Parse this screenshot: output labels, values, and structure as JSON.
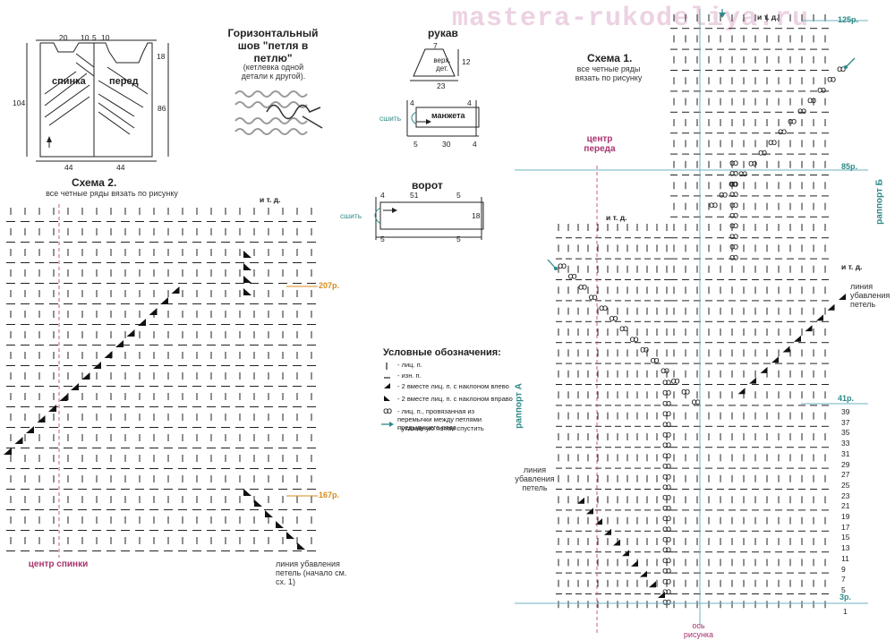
{
  "watermark": "mastera-rukodeliya.ru",
  "pattern_figure": {
    "labels": {
      "back": "спинка",
      "front": "перед"
    },
    "dims": {
      "top1": "20",
      "top2": "10",
      "top3": "5",
      "top4": "10",
      "right_top": "18",
      "left": "104",
      "right": "86",
      "bottom1": "44",
      "bottom2": "44"
    }
  },
  "seam": {
    "title": "Горизонтальный шов \"петля в петлю\"",
    "subtitle": "(кетлевка одной детали к другой)."
  },
  "sleeve": {
    "title": "рукав",
    "dims": {
      "top": "7",
      "side": "12",
      "bottom": "23",
      "upper_label": "верх. дет."
    },
    "cuff": {
      "label": "манжета",
      "sew": "сшить",
      "d1": "4",
      "d2": "4",
      "d3": "5",
      "d4": "30",
      "d5": "4"
    }
  },
  "collar": {
    "title": "ворот",
    "sew": "сшить",
    "d1": "4",
    "d2": "51",
    "d3": "5",
    "d4": "18",
    "d5": "5",
    "d6": "5"
  },
  "scheme2": {
    "title": "Схема 2.",
    "subtitle": "все четные ряды вязать по рисунку",
    "etc": "и т. д.",
    "row_207": "207р.",
    "row_167": "167р.",
    "center": "центр спинки",
    "dec_line": "линия убавления петель (начало см. сх. 1)"
  },
  "legend": {
    "title": "Условные обозначения:",
    "items": [
      "- лиц. п.",
      "- изн. п.",
      "- 2 вместе лиц. п. с наклоном влево",
      "- 2 вместе лиц. п. с наклоном вправо",
      "- лиц. п., провязанная из перемычки между петлями предыдущего ряда",
      "- указанную петлю спустить"
    ]
  },
  "scheme1": {
    "title": "Схема 1.",
    "subtitle": "все четные ряды вязать по рисунку",
    "etc_top": "и т. д.",
    "etc_left": "и т. д.",
    "etc_right": "и т. д.",
    "center_front": "центр переда",
    "rapport_a": "раппорт А",
    "rapport_b": "раппорт Б",
    "dec_line_left": "линия убавления петель",
    "dec_line_right": "линия убавления петель",
    "axis": "ось рисунка",
    "row_125": "125р.",
    "row_85": "85р.",
    "row_41": "41р.",
    "row_3": "3р.",
    "row_numbers": [
      "39",
      "37",
      "35",
      "33",
      "31",
      "29",
      "27",
      "25",
      "23",
      "21",
      "19",
      "17",
      "15",
      "13",
      "11",
      "9",
      "7",
      "5"
    ],
    "row_1": "1"
  }
}
